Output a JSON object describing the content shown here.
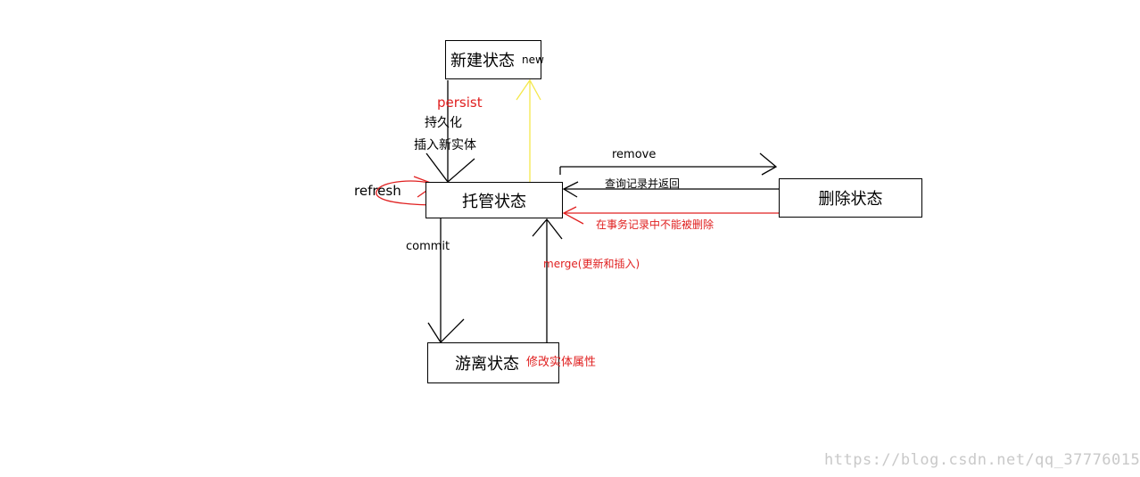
{
  "states": {
    "new": "新建状态",
    "managed": "托管状态",
    "removed": "删除状态",
    "detached": "游离状态"
  },
  "labels": {
    "new": "new",
    "persist": "persist",
    "persist_cn": "持久化",
    "insert_entity": "插入新实体",
    "refresh": "refresh",
    "remove": "remove",
    "query_return": "查询记录并返回",
    "cannot_delete": "在事务记录中不能被删除",
    "commit": "commit",
    "merge": "merge(更新和插入)",
    "modify_attrs": "修改实体属性"
  },
  "watermark": "https://blog.csdn.net/qq_37776015",
  "colors": {
    "black": "#000000",
    "red": "#e02020",
    "yellow": "#f4e84a"
  }
}
